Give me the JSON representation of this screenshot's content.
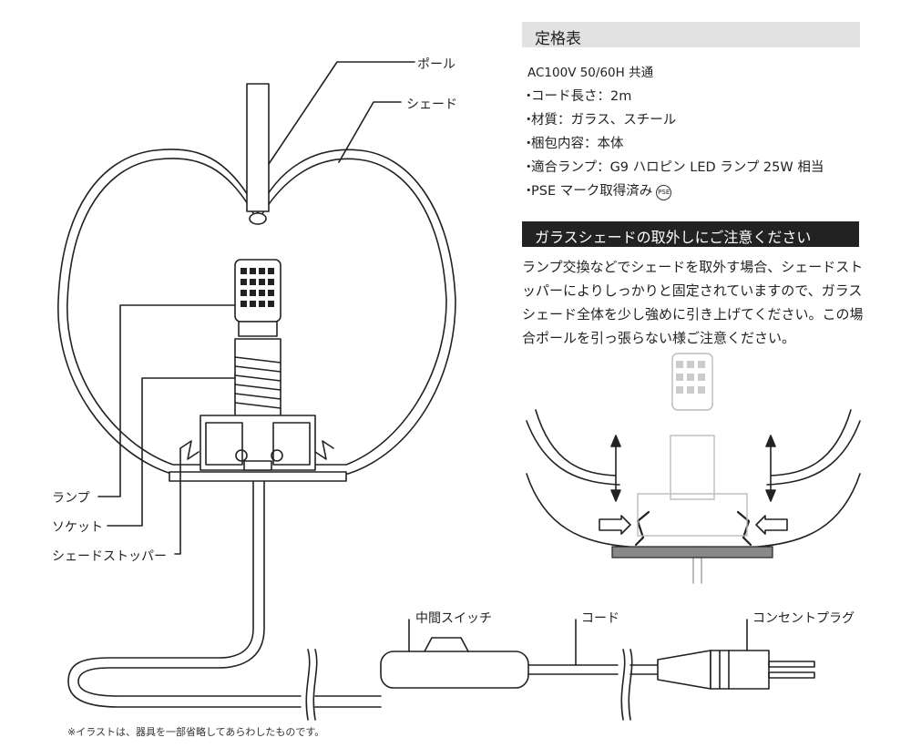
{
  "labels": {
    "pole": "ポール",
    "shade": "シェード",
    "lamp": "ランプ",
    "socket": "ソケット",
    "shade_stopper": "シェードストッパー",
    "switch": "中間スイッチ",
    "cord": "コード",
    "plug": "コンセントプラグ"
  },
  "spec": {
    "heading": "定格表",
    "power": "AC100V  50/60H 共通",
    "bullet": "・",
    "items": [
      "コード長さ：2m",
      "材質：ガラス、スチール",
      "梱包内容：本体",
      "適合ランプ：G9 ハロピン LED ランプ 25W 相当",
      "PSE マーク取得済み"
    ],
    "pse_mark": "PSE"
  },
  "notice": {
    "heading": "ガラスシェードの取外しにご注意ください",
    "body": "ランプ交換などでシェードを取外す場合、シェードストッパーによりしっかりと固定されていますので、ガラスシェード全体を少し強めに引き上げてください。この場合ポールを引っ張らない様ご注意ください。"
  },
  "footnote": "※イラストは、器具を一部省略してあらわしたものです。",
  "colors": {
    "line": "#222222",
    "notice_bg": "#222222",
    "spec_bg": "#e2e2e2",
    "base_gray": "#888888"
  }
}
